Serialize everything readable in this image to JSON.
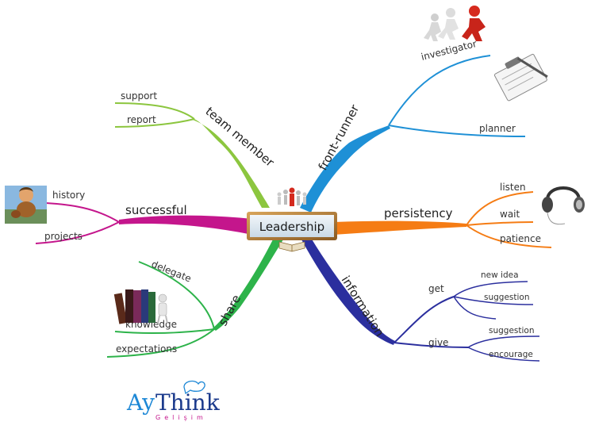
{
  "central": {
    "label": "Leadership"
  },
  "branches": {
    "team_member": {
      "label": "team member",
      "color": "#8cc63f",
      "children": [
        "support",
        "report"
      ]
    },
    "front_runner": {
      "label": "front-runner",
      "color": "#1e90d6",
      "children": [
        "investigator",
        "planner"
      ]
    },
    "successful": {
      "label": "successful",
      "color": "#c4168c",
      "children": [
        "history",
        "projects"
      ]
    },
    "persistency": {
      "label": "persistency",
      "color": "#f57c14",
      "children": [
        "listen",
        "wait",
        "patience"
      ]
    },
    "share": {
      "label": "share",
      "color": "#2db34a",
      "children": [
        "delegate",
        "knowledge",
        "expectations"
      ]
    },
    "information": {
      "label": "information",
      "color": "#2b2f9e",
      "get": {
        "label": "get",
        "children": [
          "new idea",
          "suggestion"
        ]
      },
      "give": {
        "label": "give",
        "children": [
          "suggestion",
          "encourage"
        ]
      }
    }
  },
  "logo": {
    "text_main": "AyThink",
    "text_sub": "Gelişim",
    "color_a": "#1e88d6",
    "color_b": "#1b3a8c",
    "color_sub": "#c4168c"
  },
  "icons": [
    "running-people-icon",
    "clipboard-icon",
    "caveman-icon",
    "headphones-icon",
    "books-icon",
    "thinker-icon",
    "central-figures-icon"
  ]
}
